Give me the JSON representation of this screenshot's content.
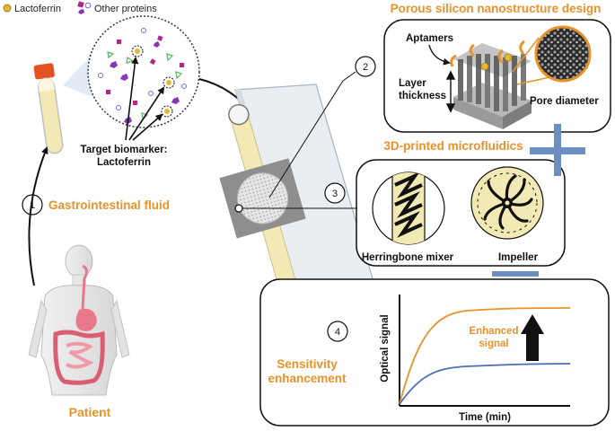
{
  "legend": {
    "lactoferrin": "Lactoferrin",
    "other_proteins": "Other proteins"
  },
  "labels": {
    "target_line1": "Target biomarker:",
    "target_line2": "Lactoferrin",
    "gi_fluid": "Gastrointestinal fluid",
    "patient": "Patient",
    "porous_title": "Porous silicon nanostructure design",
    "aptamers": "Aptamers",
    "layer_line1": "Layer",
    "layer_line2": "thickness",
    "pore_diameter": "Pore diameter",
    "microfluidics_title": "3D-printed microfluidics",
    "herringbone": "Herringbone mixer",
    "impeller": "Impeller",
    "sensitivity_line1": "Sensitivity",
    "sensitivity_line2": "enhancement",
    "enhanced_line1": "Enhanced",
    "enhanced_line2": "signal",
    "y_axis": "Optical signal",
    "x_axis": "Time (min)"
  },
  "steps": {
    "one": "1",
    "two": "2",
    "three": "3",
    "four": "4"
  },
  "colors": {
    "accent_orange": "#e8922a",
    "signal_blue": "#4a6fb5",
    "plus_blue": "#6d8fbf",
    "tube_yellow": "#f3e9b5",
    "tube_cap": "#e2531f",
    "organ_pink": "#e8788a"
  }
}
